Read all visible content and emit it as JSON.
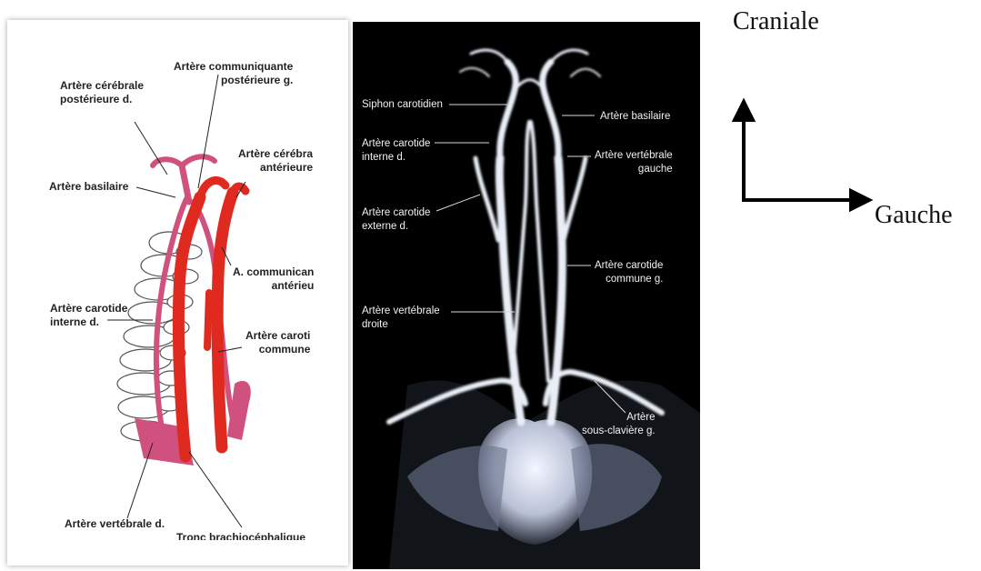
{
  "left_panel": {
    "labels": {
      "communicating_posterior": "Artère communiquante\npostérieure g.",
      "cerebral_posterior": "Artère cérébrale\npostérieure d.",
      "cerebral_anterior": "Artère cérébra\nantérieure",
      "basilar": "Artère basilaire",
      "communicating_anterior": "A. communican\nantérieu",
      "carotid_internal": "Artère carotide\ninterne d.",
      "carotid_common": "Artère caroti\ncommune",
      "vertebral_right": "Artère vertébrale d.",
      "brachiocephalic": "Tronc brachiocéphalique"
    }
  },
  "right_panel": {
    "labels": {
      "siphon": "Siphon carotidien",
      "basilar": "Artère basilaire",
      "carotid_internal": "Artère carotide\ninterne d.",
      "vertebral_left": "Artère vertébrale\ngauche",
      "carotid_external": "Artère carotide\nexterne d.",
      "carotid_common": "Artère carotide\ncommune g.",
      "vertebral_right": "Artère vertébrale\ndroite",
      "subclavian": "Artère\nsous-clavière g."
    }
  },
  "orientation": {
    "cranial": "Craniale",
    "left": "Gauche"
  }
}
